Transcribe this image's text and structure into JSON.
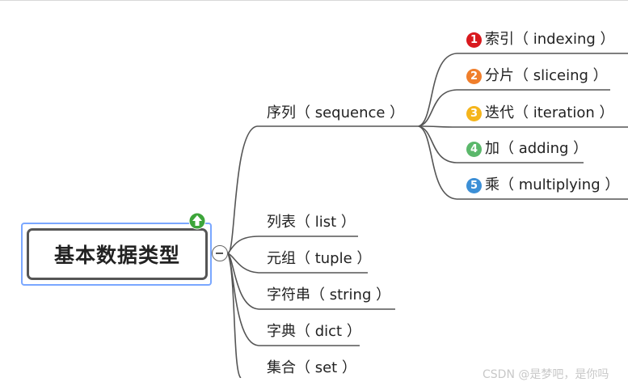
{
  "root": {
    "label": "基本数据类型"
  },
  "branches": [
    {
      "label": "序列（ sequence ）"
    },
    {
      "label": "列表（ list ）"
    },
    {
      "label": "元组（ tuple ）"
    },
    {
      "label": "字符串（ string ）"
    },
    {
      "label": "字典（ dict ）"
    },
    {
      "label": "集合（ set ）"
    }
  ],
  "sequence_children": [
    {
      "marker": "1",
      "label": "索引（ indexing ）",
      "color": "#d9191e"
    },
    {
      "marker": "2",
      "label": "分片（ sliceing ）",
      "color": "#f07e2b"
    },
    {
      "marker": "3",
      "label": "迭代（ iteration ）",
      "color": "#f5b51b"
    },
    {
      "marker": "4",
      "label": "加（ adding ）",
      "color": "#5bb86b"
    },
    {
      "marker": "5",
      "label": "乘（ multiplying ）",
      "color": "#3c8fd6"
    }
  ],
  "icons": {
    "up": "up-arrow-icon",
    "collapse": "collapse-minus-icon"
  },
  "watermark": "CSDN @是梦吧，是你吗"
}
